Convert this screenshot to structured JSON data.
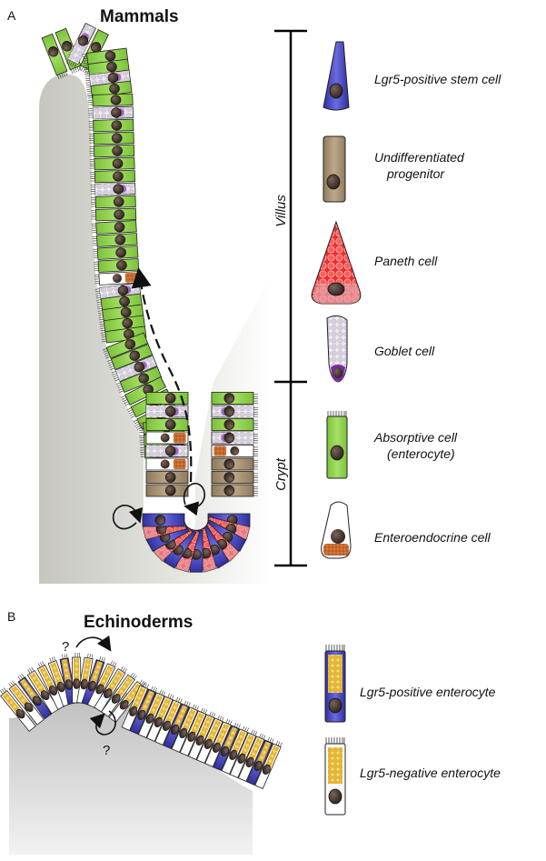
{
  "panels": {
    "a": {
      "letter": "A",
      "title": "Mammals"
    },
    "b": {
      "letter": "B",
      "title": "Echinoderms"
    }
  },
  "axis": {
    "villus": "Villus",
    "crypt": "Crypt"
  },
  "legend_a": [
    {
      "key": "stem",
      "label": "Lgr5-positive stem cell"
    },
    {
      "key": "progenitor",
      "label1": "Undifferentiated",
      "label2": "progenitor"
    },
    {
      "key": "paneth",
      "label": "Paneth cell"
    },
    {
      "key": "goblet",
      "label": "Goblet cell"
    },
    {
      "key": "absorptive",
      "label1": "Absorptive cell",
      "label2": "(enterocyte)"
    },
    {
      "key": "enteroendocrine",
      "label": "Enteroendocrine cell"
    }
  ],
  "legend_b": [
    {
      "key": "lgr5pos",
      "label": "Lgr5-positive enterocyte"
    },
    {
      "key": "lgr5neg",
      "label": "Lgr5-negative enterocyte"
    }
  ],
  "question_mark": "?",
  "colors": {
    "stem": "#4a49c8",
    "progenitor": "#a89476",
    "paneth": "#e8333a",
    "goblet": "#d9d3df",
    "absorptive": "#8fd14a",
    "enteroendocrine": "#ffffff",
    "nucleus": "#3b2b26",
    "yolk": "#e9b93a",
    "granule": "#c8652a",
    "tissue": "#d2d2cc"
  }
}
